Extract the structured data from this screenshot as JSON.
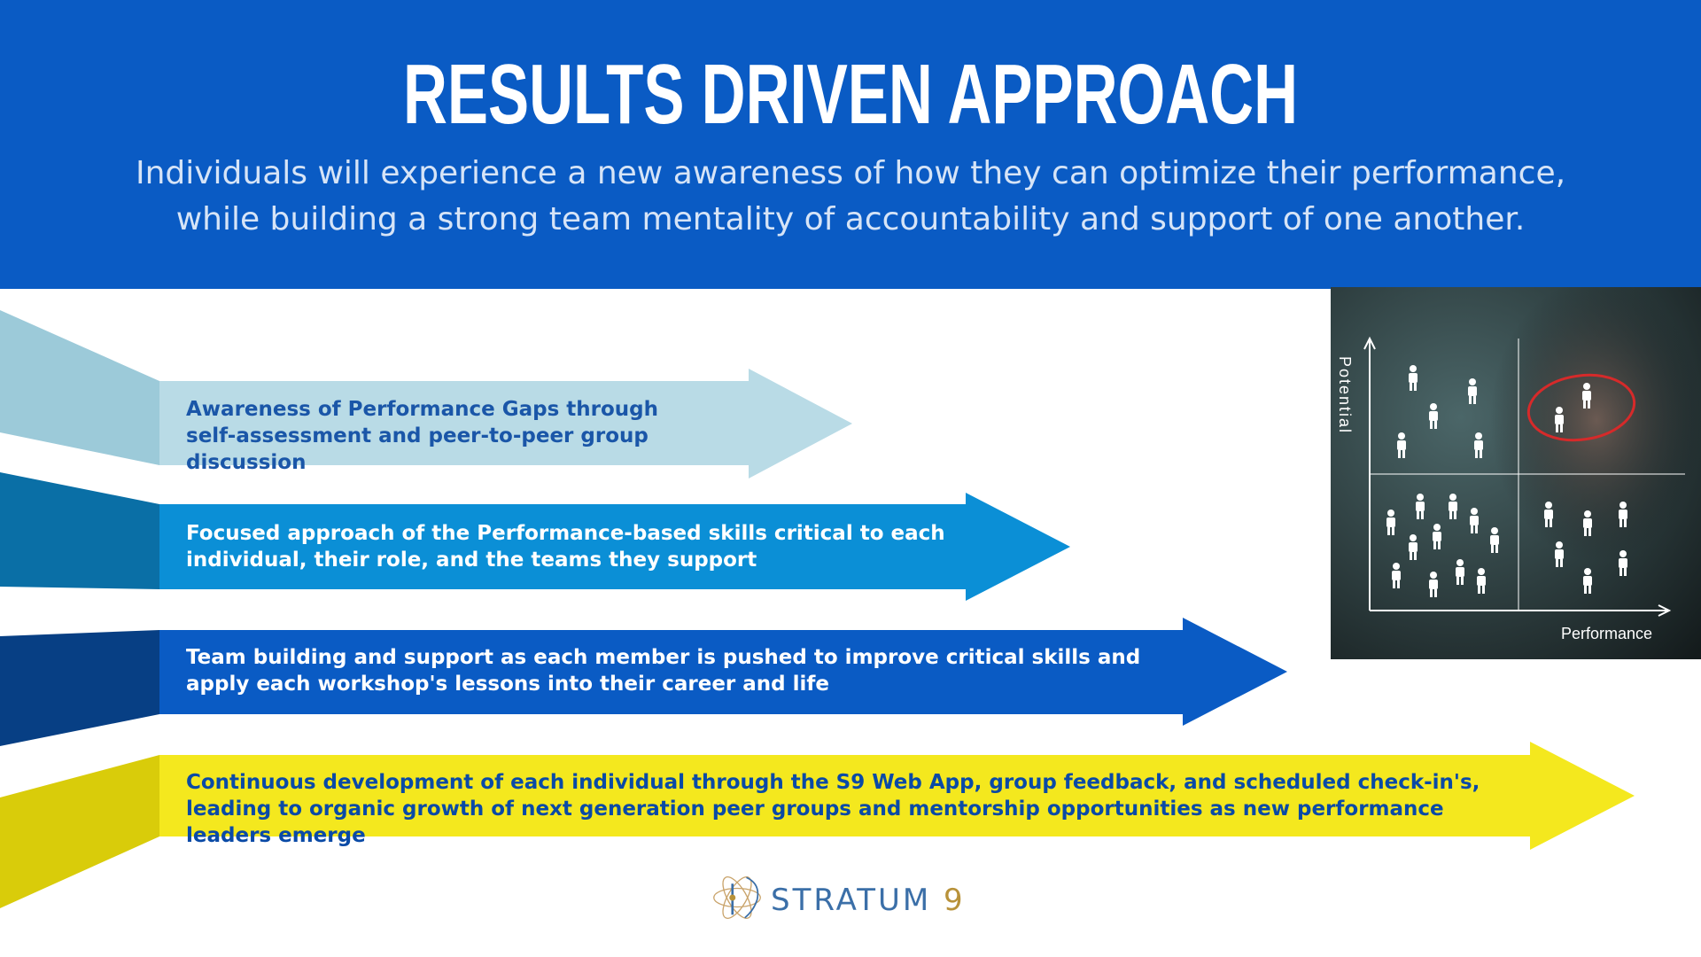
{
  "header": {
    "title": "RESULTS DRIVEN APPROACH",
    "subtitle": "Individuals will experience a new awareness of how they can optimize their performance, while building a strong team mentality of accountability and support of one another."
  },
  "arrows": [
    {
      "text": "Awareness of Performance Gaps through self-assessment and peer-to-peer group discussion",
      "fill": "#b9dbe6",
      "tail": "#9ccad9",
      "text_color": "#1a56a8"
    },
    {
      "text": "Focused approach of the Performance-based skills critical to each individual, their role, and the teams they support",
      "fill": "#0b8fd6",
      "tail": "#0a6fa6",
      "text_color": "#ffffff"
    },
    {
      "text": "Team building and support as each member is pushed to improve critical skills and apply each workshop's lessons into their career and life",
      "fill": "#0a5bc4",
      "tail": "#073f84",
      "text_color": "#ffffff"
    },
    {
      "text": "Continuous development of each individual through the S9 Web App, group feedback, and scheduled check-in's, leading to organic growth of next generation peer groups and mentorship opportunities as new performance leaders emerge",
      "fill": "#f4e81e",
      "tail": "#d9cc0a",
      "text_color": "#0a4aa6"
    }
  ],
  "photo": {
    "y_axis_label": "Potential",
    "x_axis_label": "Performance"
  },
  "logo": {
    "name": "STRATUM",
    "number": "9"
  }
}
